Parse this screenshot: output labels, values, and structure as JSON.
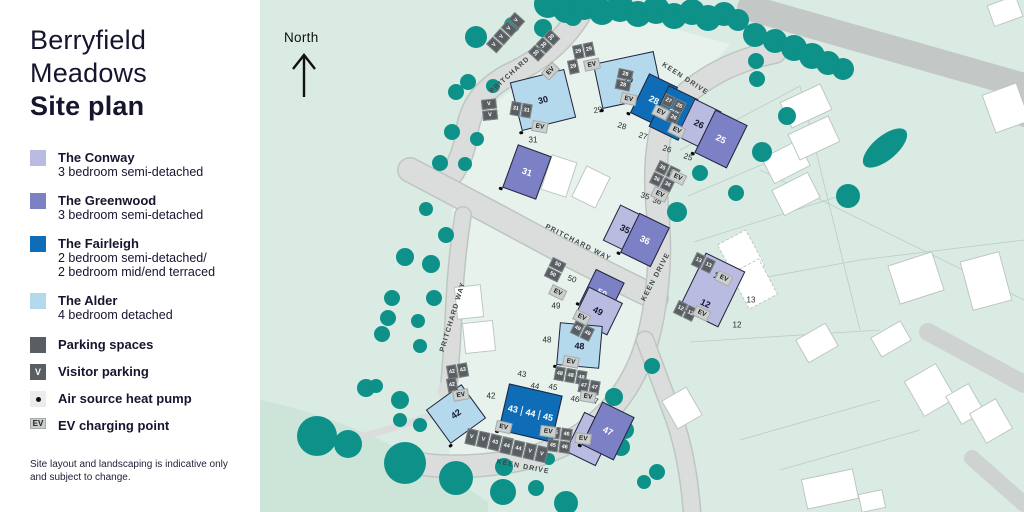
{
  "panel": {
    "title_line1": "Berryfield",
    "title_line2": "Meadows",
    "title_line3": "Site plan",
    "legend": [
      {
        "name": "The Conway",
        "desc": "3 bedroom semi-detached",
        "color": "#b9bce0"
      },
      {
        "name": "The Greenwood",
        "desc": "3 bedroom semi-detached",
        "color": "#7c80c4"
      },
      {
        "name": "The Fairleigh",
        "desc": "2 bedroom semi-detached/",
        "desc2": "2 bedroom mid/end terraced",
        "color": "#0f6db8"
      },
      {
        "name": "The Alder",
        "desc": "4 bedroom detached",
        "color": "#b4d8ec"
      },
      {
        "name": "Parking spaces",
        "color": "#595e62"
      },
      {
        "name": "Visitor parking",
        "symbol": "V"
      },
      {
        "name": "Air source heat pump",
        "symbol": "dot"
      },
      {
        "name": "EV charging point",
        "symbol": "EV"
      }
    ],
    "disclaimer": "Site layout and landscaping is indicative only and subject to change."
  },
  "map": {
    "north_label": "North",
    "labels": {
      "pritchard": "PRITCHARD WAY",
      "keen": "KEEN DRIVE",
      "ev": "EV"
    },
    "houses": {
      "h25": "25",
      "h26": "26",
      "h27": "27",
      "h28": "28",
      "h29": "29",
      "h30": "30",
      "h31": "31",
      "h35": "35",
      "h36": "36",
      "h13": "13",
      "h12": "12",
      "h50": "50",
      "h49": "49",
      "h48": "48",
      "h42": "42",
      "h43": "43",
      "h44": "44",
      "h45": "45",
      "h46": "46",
      "h47": "47"
    },
    "gardens": {
      "g30": "30",
      "g29": "29",
      "g28": "28",
      "g27": "27",
      "g26": "26",
      "g25": "25",
      "g31": "31",
      "g35": "35",
      "g36": "36",
      "g13": "13",
      "g12": "12",
      "g50": "50",
      "g49": "49",
      "g48": "48",
      "g43": "43",
      "g44": "44",
      "g45": "45",
      "g42": "42",
      "g46": "46",
      "g47": "47"
    },
    "parking": {
      "v_top": [
        "V",
        "V",
        "V",
        "V"
      ],
      "v_left": [
        "V",
        "V"
      ],
      "p30": [
        "30",
        "30",
        "30"
      ],
      "p29": [
        "29",
        "29",
        "29"
      ],
      "p28": [
        "28",
        "28"
      ],
      "c27": [
        "27",
        "26",
        "25",
        "26"
      ],
      "p31": [
        "31",
        "31"
      ],
      "c35": [
        "35",
        "35",
        "36",
        "36"
      ],
      "p13": [
        "13",
        "13"
      ],
      "p12": [
        "12",
        "12"
      ],
      "p50": [
        "50",
        "50"
      ],
      "p49": [
        "49",
        "49"
      ],
      "p48": [
        "48",
        "48",
        "48"
      ],
      "p47": [
        "47",
        "47"
      ],
      "c42": [
        "42",
        "43",
        "42"
      ],
      "row1": [
        "V",
        "V",
        "43",
        "43"
      ],
      "row2": [
        "44",
        "44",
        "V",
        "V"
      ],
      "row3": [
        "45",
        "46",
        "45",
        "46"
      ]
    },
    "colors": {
      "background": "#d9ebe3",
      "parcel": "#e6f2eb",
      "tree": "#0d9189",
      "road": "#dadddb",
      "road_existing": "#c3c8c6",
      "parking": "#595e62",
      "ev": "#cbcfcd"
    }
  }
}
